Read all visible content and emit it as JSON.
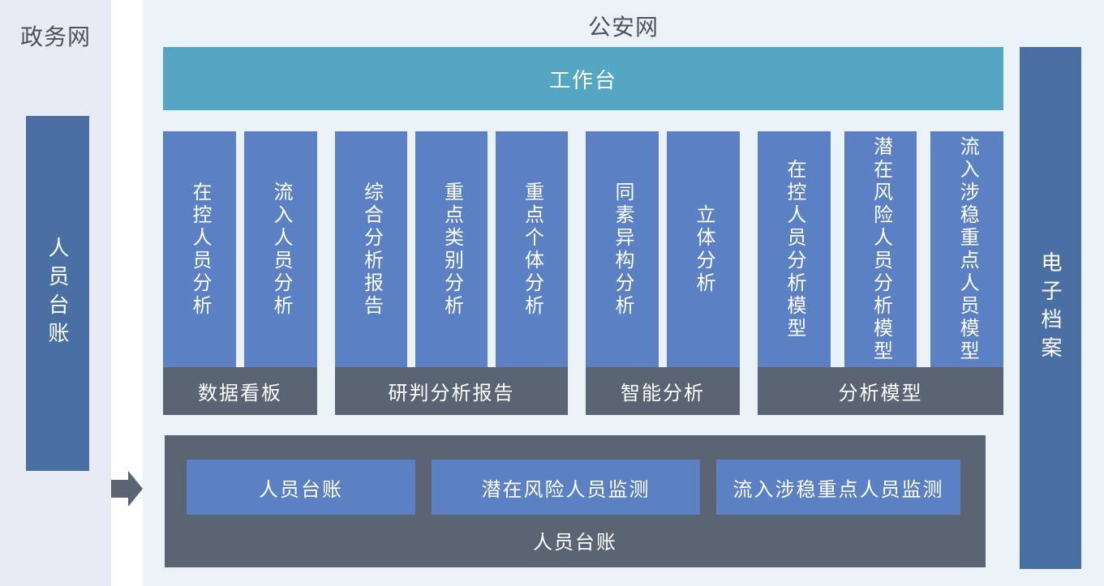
{
  "colors": {
    "left_panel_bg": "#e8ebf3",
    "main_panel_bg": "#eaf2f7",
    "module_blue": "#5b81c4",
    "side_blue": "#4a6fa3",
    "teal": "#55a6c2",
    "slate": "#5a6473",
    "heading_text": "#4d5263",
    "label_white": "#ffffff"
  },
  "left_zone": {
    "title": "政务网",
    "ledger_bar_label": "人员台账"
  },
  "main_zone": {
    "title": "公安网",
    "workbench_label": "工作台",
    "archive_bar_label": "电子档案",
    "groups": [
      {
        "footer": "数据看板",
        "bars": [
          "在控人员分析",
          "流入人员分析"
        ]
      },
      {
        "footer": "研判分析报告",
        "bars": [
          "综合分析报告",
          "重点类别分析",
          "重点个体分析"
        ]
      },
      {
        "footer": "智能分析",
        "bars": [
          "同素异构分析",
          "立体分析"
        ]
      },
      {
        "footer": "分析模型",
        "bars": [
          "在控人员分析模型",
          "潜在风险人员分析模型",
          "流入涉稳重点人员模型"
        ]
      }
    ],
    "bottom_panel": {
      "label": "人员台账",
      "buttons": [
        "人员台账",
        "潜在风险人员监测",
        "流入涉稳重点人员监测"
      ]
    }
  }
}
